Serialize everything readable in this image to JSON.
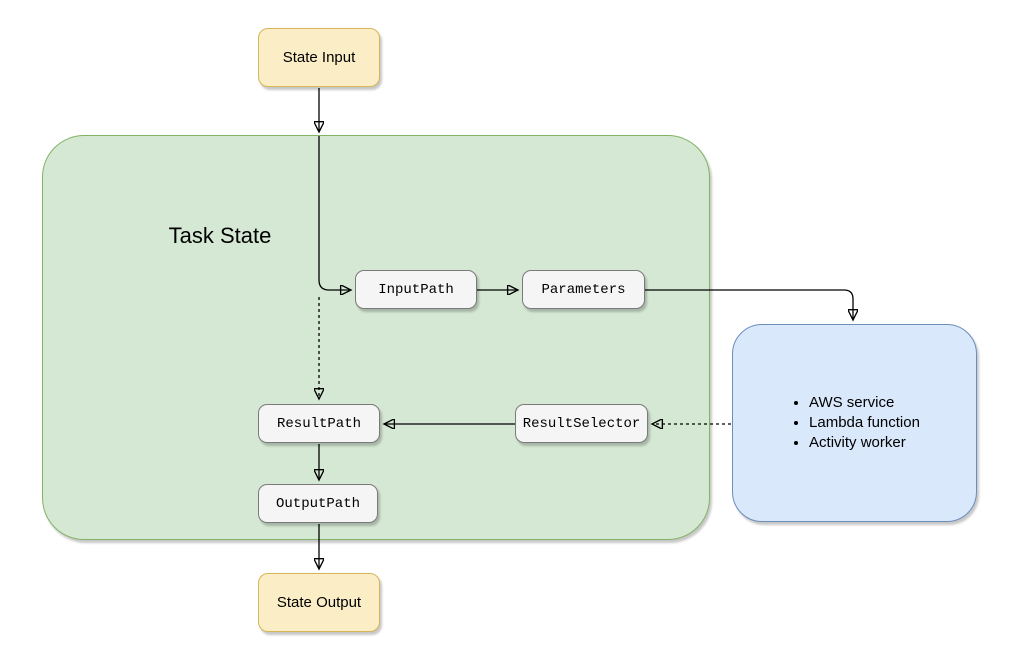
{
  "diagram": {
    "title": "Task State",
    "nodes": {
      "state_input": {
        "label": "State Input"
      },
      "input_path": {
        "label": "InputPath"
      },
      "parameters": {
        "label": "Parameters"
      },
      "result_path": {
        "label": "ResultPath"
      },
      "result_selector": {
        "label": "ResultSelector"
      },
      "output_path": {
        "label": "OutputPath"
      },
      "state_output": {
        "label": "State Output"
      },
      "service": {
        "items": [
          "AWS service",
          "Lambda function",
          "Activity worker"
        ]
      }
    },
    "colors": {
      "state_io_fill": "#FBEEC6",
      "state_io_border": "#D6B656",
      "task_fill": "#D5E8D4",
      "task_border": "#82B366",
      "step_fill": "#F5F5F5",
      "step_border": "#7A7A7A",
      "service_fill": "#DAE8FC",
      "service_border": "#6C8EBF",
      "connector": "#000000"
    }
  }
}
